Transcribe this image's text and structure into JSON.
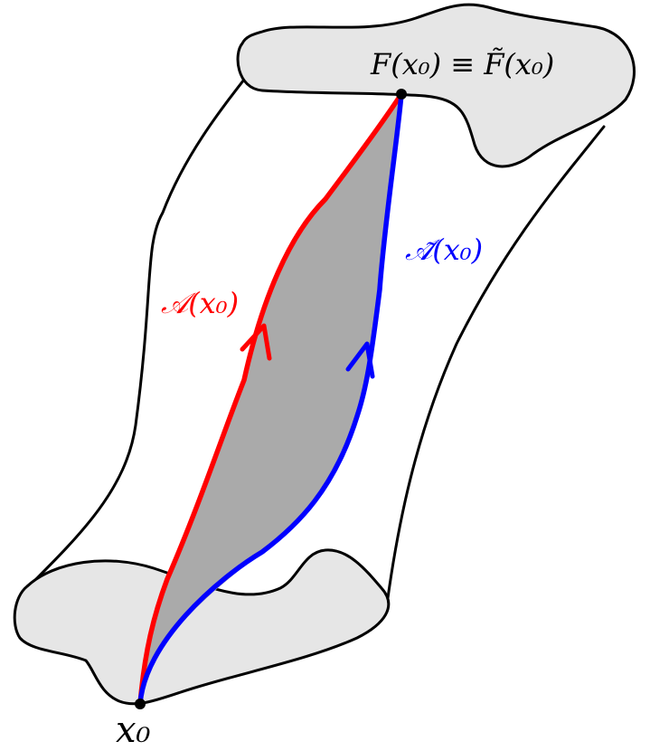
{
  "labels": {
    "start_point": "x₀",
    "end_point": "F(x₀) ≡ F̃(x₀)",
    "red_path": "𝒜(x₀)",
    "blue_path": "𝒜̃(x₀)"
  },
  "colors": {
    "red_path": "#ff0000",
    "blue_path": "#0000ff",
    "region_fill": "#aaaaaa",
    "cross_section_fill": "#e6e6e6",
    "outline": "#000000"
  }
}
